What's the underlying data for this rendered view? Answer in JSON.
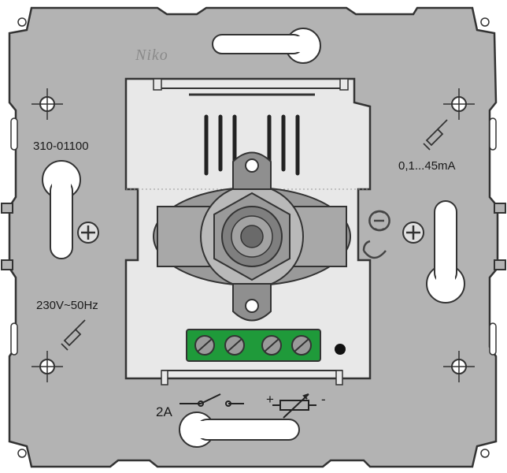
{
  "brand": {
    "logo_text": "Niko"
  },
  "labels": {
    "article_number": "310-01100",
    "current_range": "0,1...45mA",
    "voltage": "230V~50Hz",
    "fuse_rating": "2A",
    "polarity_plus": "+",
    "polarity_minus": "-"
  },
  "colors": {
    "plate": "#b3b3b3",
    "outline": "#333333",
    "terminal_block": "#1f9a3a",
    "mechanism": "#e8e8e8",
    "knob": "#8d8d8d"
  },
  "icons": [
    "screwdriver-icon",
    "ce-mark-icon",
    "fixing-screw-icon",
    "switch-symbol-icon",
    "potentiometer-symbol-icon"
  ]
}
